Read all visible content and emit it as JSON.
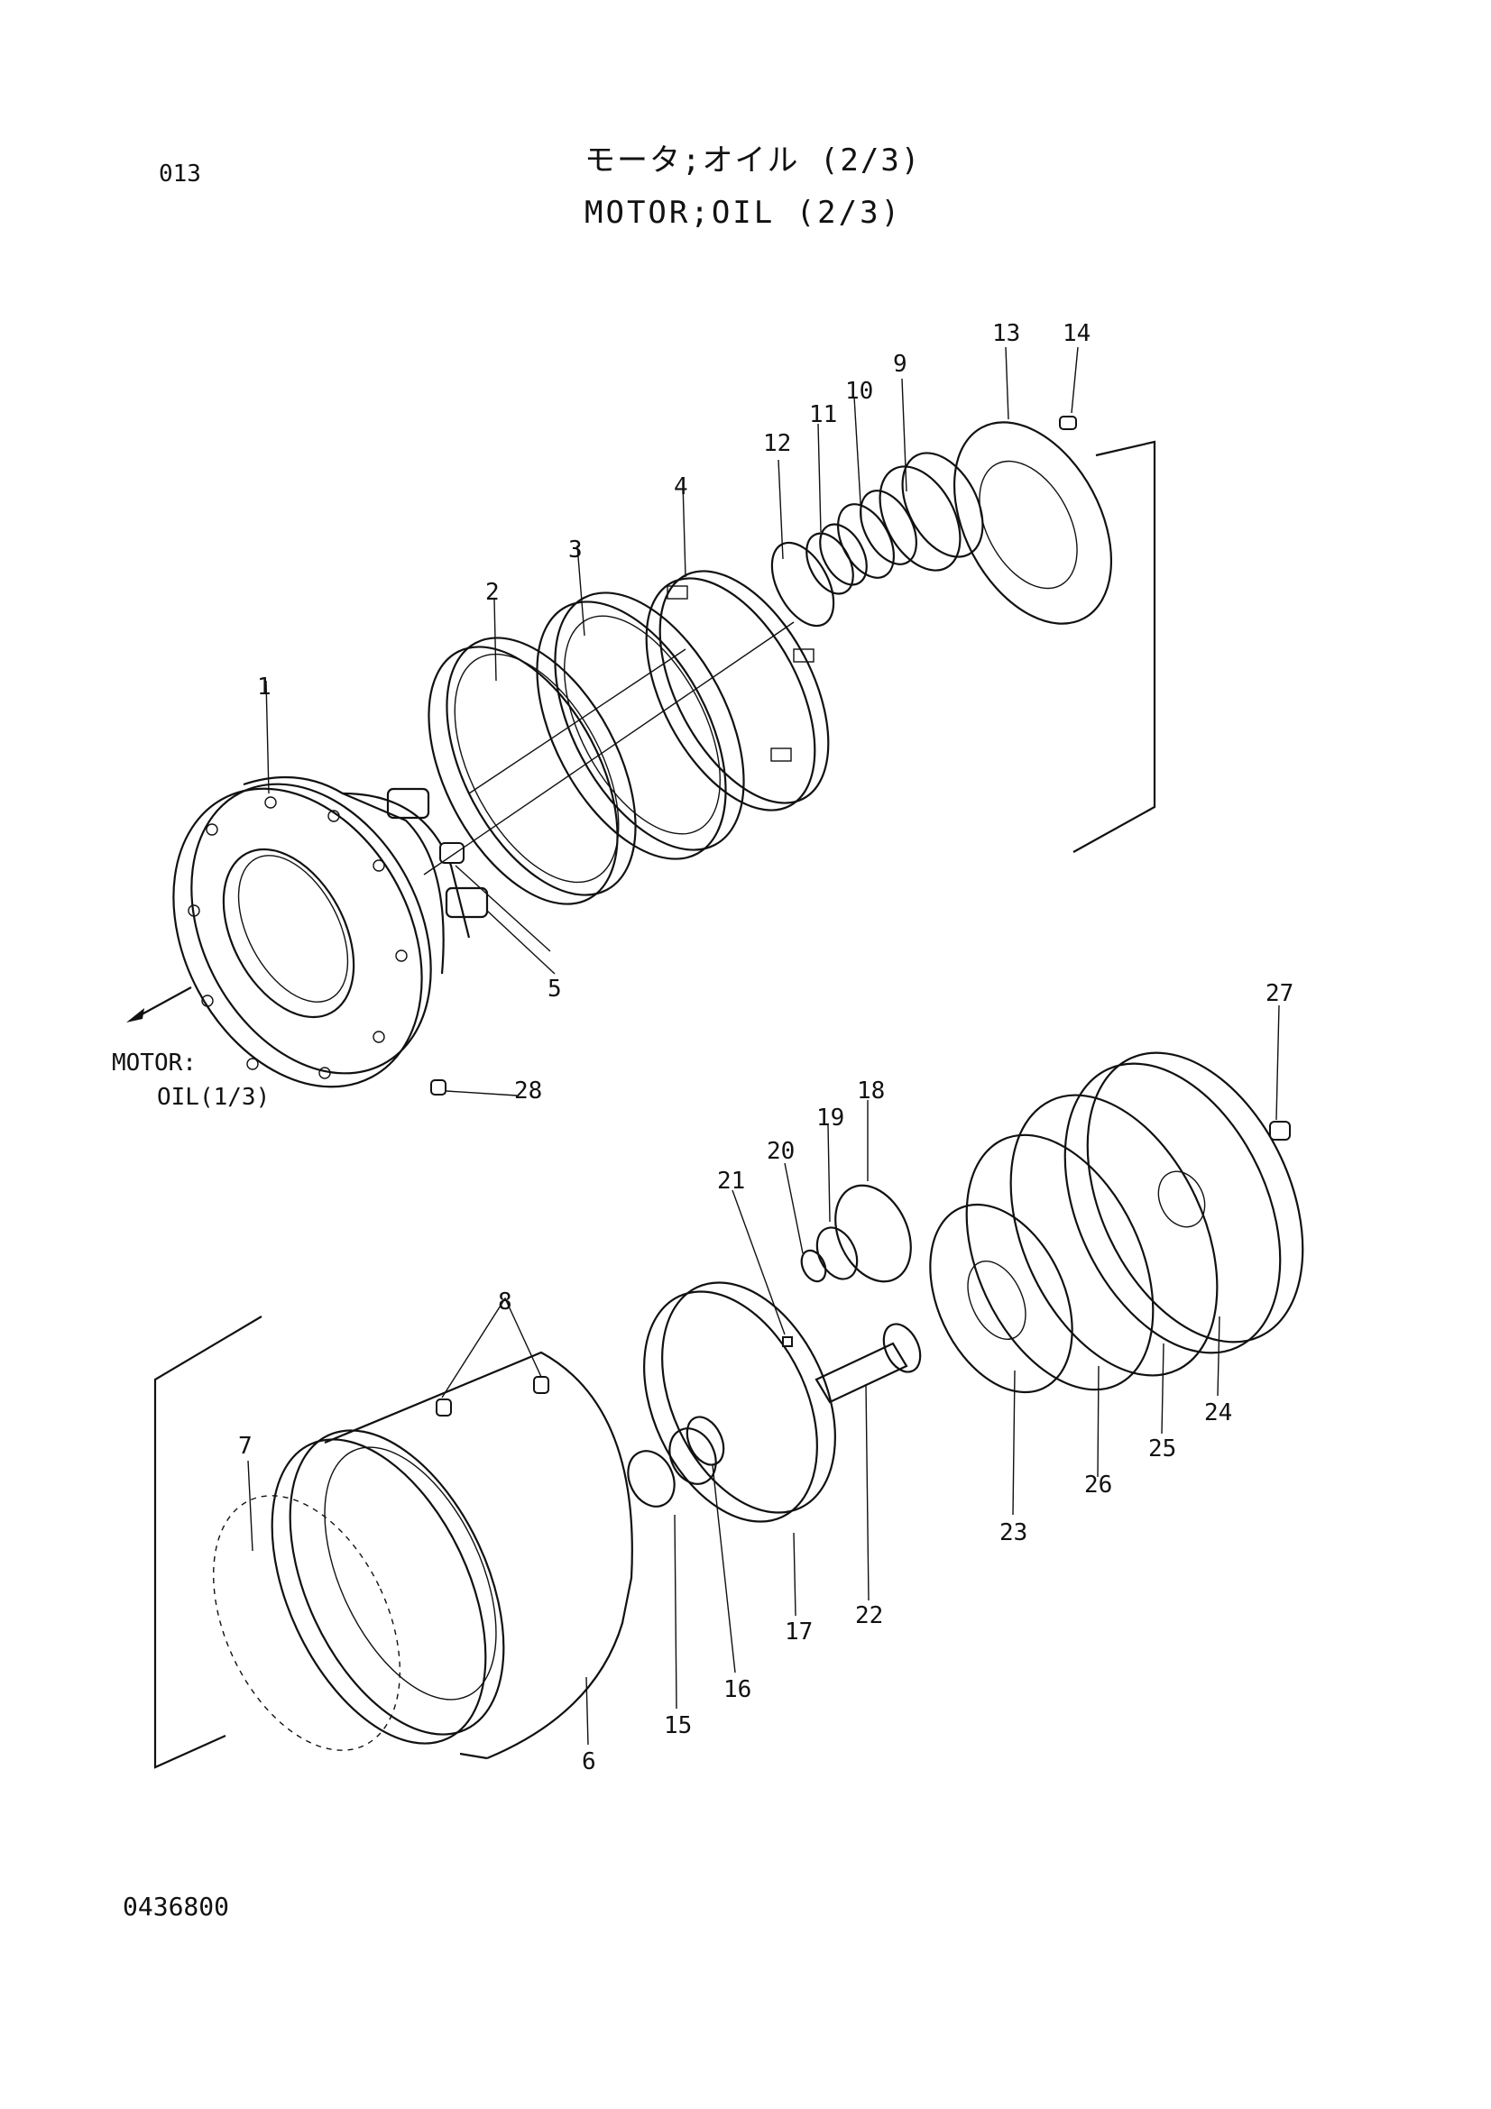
{
  "header": {
    "page_code": "013",
    "title_jp": "モータ;オイル (2/3)",
    "title_en": "MOTOR;OIL (2/3)"
  },
  "reference": {
    "line1": "MOTOR:",
    "line2": "OIL(1/3)"
  },
  "footer": {
    "document_number": "0436800"
  },
  "callouts": [
    "1",
    "2",
    "3",
    "4",
    "5",
    "6",
    "7",
    "8",
    "9",
    "10",
    "11",
    "12",
    "13",
    "14",
    "15",
    "16",
    "17",
    "18",
    "19",
    "20",
    "21",
    "22",
    "23",
    "24",
    "25",
    "26",
    "27",
    "28"
  ]
}
